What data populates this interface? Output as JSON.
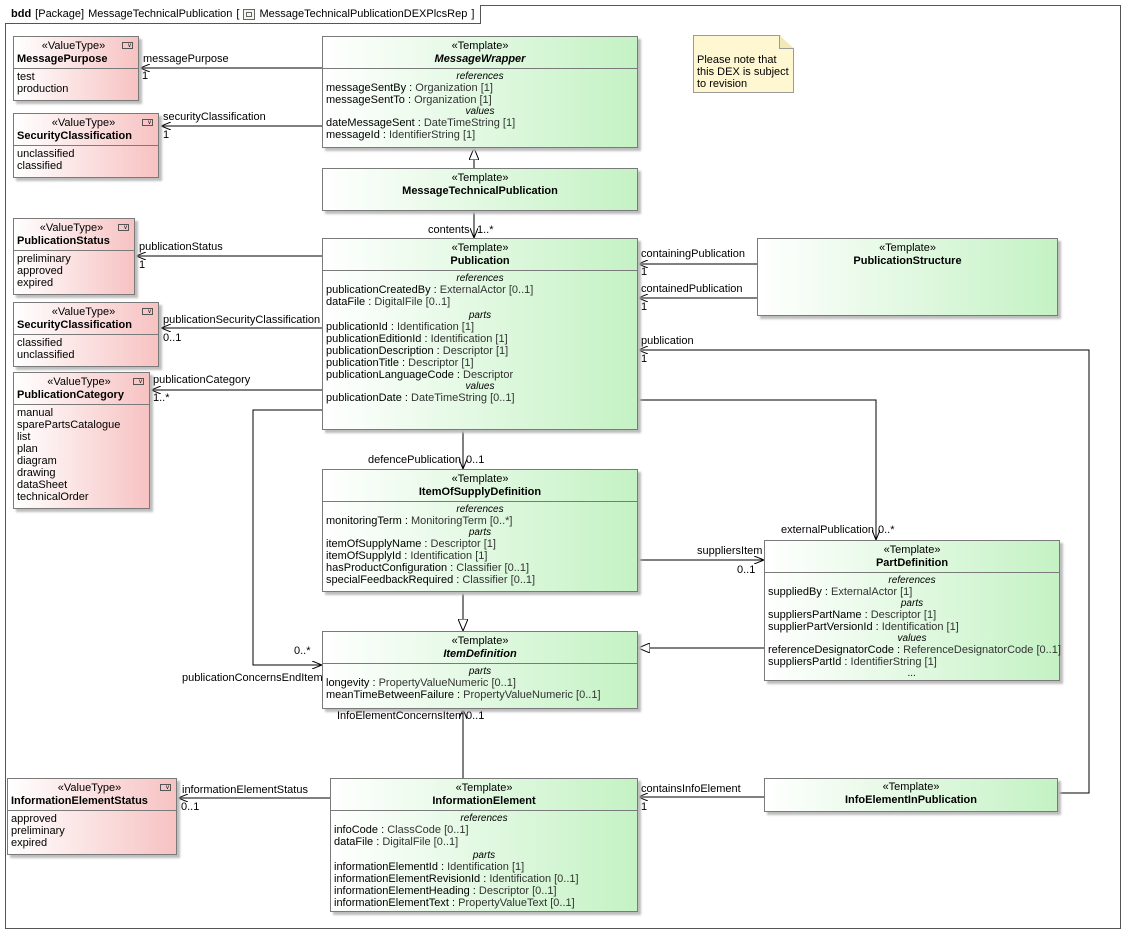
{
  "frame": {
    "keyword": "bdd",
    "kind": "[Package]",
    "package": "MessageTechnicalPublication",
    "open_bracket": "[",
    "diagram": "MessageTechnicalPublicationDEXPlcsRep",
    "close_bracket": "]"
  },
  "note": {
    "lines": [
      "Please note that",
      "this DEX is subject",
      "to revision"
    ]
  },
  "stereotypes": {
    "template": "«Template»",
    "value_type": "«ValueType»"
  },
  "blocks": {
    "message_wrapper": {
      "name": "MessageWrapper",
      "sections": [
        {
          "title": "references",
          "rows": [
            {
              "name": "messageSentBy",
              "type": "Organization [1]"
            },
            {
              "name": "messageSentTo",
              "type": "Organization [1]"
            }
          ]
        },
        {
          "title": "values",
          "rows": [
            {
              "name": "dateMessageSent",
              "type": "DateTimeString [1]"
            },
            {
              "name": "messageId",
              "type": "IdentifierString [1]"
            }
          ]
        }
      ]
    },
    "message_technical_publication": {
      "name": "MessageTechnicalPublication"
    },
    "publication": {
      "name": "Publication",
      "sections": [
        {
          "title": "references",
          "rows": [
            {
              "name": "publicationCreatedBy",
              "type": "ExternalActor [0..1]"
            },
            {
              "name": "dataFile",
              "type": "DigitalFile [0..1]"
            }
          ]
        },
        {
          "title": "parts",
          "rows": [
            {
              "name": "publicationId",
              "type": "Identification [1]"
            },
            {
              "name": "publicationEditionId",
              "type": "Identification [1]"
            },
            {
              "name": "publicationDescription",
              "type": "Descriptor [1]"
            },
            {
              "name": "publicationTitle",
              "type": "Descriptor [1]"
            },
            {
              "name": "publicationLanguageCode",
              "type": "Descriptor"
            }
          ]
        },
        {
          "title": "values",
          "rows": [
            {
              "name": "publicationDate",
              "type": "DateTimeString [0..1]"
            }
          ]
        }
      ]
    },
    "publication_structure": {
      "name": "PublicationStructure"
    },
    "item_of_supply_definition": {
      "name": "ItemOfSupplyDefinition",
      "sections": [
        {
          "title": "references",
          "rows": [
            {
              "name": "monitoringTerm",
              "type": "MonitoringTerm [0..*]"
            }
          ]
        },
        {
          "title": "parts",
          "rows": [
            {
              "name": "itemOfSupplyName",
              "type": "Descriptor [1]"
            },
            {
              "name": "itemOfSupplyId",
              "type": "Identification [1]"
            },
            {
              "name": "hasProductConfiguration",
              "type": "Classifier [0..1]"
            },
            {
              "name": "specialFeedbackRequired",
              "type": "Classifier [0..1]"
            }
          ]
        }
      ]
    },
    "part_definition": {
      "name": "PartDefinition",
      "sections": [
        {
          "title": "references",
          "rows": [
            {
              "name": "suppliedBy",
              "type": "ExternalActor [1]"
            }
          ]
        },
        {
          "title": "parts",
          "rows": [
            {
              "name": "suppliersPartName",
              "type": "Descriptor [1]"
            },
            {
              "name": "supplierPartVersionId",
              "type": "Identification [1]"
            }
          ]
        },
        {
          "title": "values",
          "rows": [
            {
              "name": "referenceDesignatorCode",
              "type": "ReferenceDesignatorCode [0..1]"
            },
            {
              "name": "suppliersPartId",
              "type": "IdentifierString [1]"
            }
          ]
        }
      ],
      "more": "..."
    },
    "item_definition": {
      "name": "ItemDefinition",
      "sections": [
        {
          "title": "parts",
          "rows": [
            {
              "name": "longevity",
              "type": "PropertyValueNumeric [0..1]"
            },
            {
              "name": "meanTimeBetweenFailure",
              "type": "PropertyValueNumeric [0..1]"
            }
          ]
        }
      ]
    },
    "information_element": {
      "name": "InformationElement",
      "sections": [
        {
          "title": "references",
          "rows": [
            {
              "name": "infoCode",
              "type": "ClassCode [0..1]"
            },
            {
              "name": "dataFile",
              "type": "DigitalFile [0..1]"
            }
          ]
        },
        {
          "title": "parts",
          "rows": [
            {
              "name": "informationElementId",
              "type": "Identification [1]"
            },
            {
              "name": "informationElementRevisionId",
              "type": "Identification [0..1]"
            },
            {
              "name": "informationElementHeading",
              "type": "Descriptor [0..1]"
            },
            {
              "name": "informationElementText",
              "type": "PropertyValueText [0..1]"
            }
          ]
        }
      ]
    },
    "info_element_in_publication": {
      "name": "InfoElementInPublication"
    }
  },
  "value_types": {
    "message_purpose": {
      "name": "MessagePurpose",
      "literals": [
        "test",
        "production"
      ]
    },
    "security_classification_1": {
      "name": "SecurityClassification",
      "literals": [
        "unclassified",
        "classified"
      ]
    },
    "publication_status": {
      "name": "PublicationStatus",
      "literals": [
        "preliminary",
        "approved",
        "expired"
      ]
    },
    "security_classification_2": {
      "name": "SecurityClassification",
      "literals": [
        "classified",
        "unclassified"
      ]
    },
    "publication_category": {
      "name": "PublicationCategory",
      "literals": [
        "manual",
        "sparePartsCatalogue",
        "list",
        "plan",
        "diagram",
        "drawing",
        "dataSheet",
        "technicalOrder"
      ]
    },
    "information_element_status": {
      "name": "InformationElementStatus",
      "literals": [
        "approved",
        "preliminary",
        "expired"
      ]
    }
  },
  "labels": {
    "message_purpose": "messagePurpose",
    "message_purpose_mult": "1",
    "security_classification": "securityClassification",
    "security_classification_mult": "1",
    "contents": "contents",
    "contents_mult": "1..*",
    "publication_status": "publicationStatus",
    "publication_status_mult": "1",
    "publication_security_classification": "publicationSecurityClassification",
    "publication_security_classification_mult": "0..1",
    "publication_category": "publicationCategory",
    "publication_category_mult": "1..*",
    "containing_publication": "containingPublication",
    "containing_publication_mult": "1",
    "contained_publication": "containedPublication",
    "contained_publication_mult": "1",
    "publication": "publication",
    "publication_mult": "1",
    "defence_publication": "defencePublication",
    "defence_publication_mult": "0..1",
    "external_publication": "externalPublication",
    "external_publication_mult": "0..*",
    "suppliers_item": "suppliersItem",
    "suppliers_item_mult": "0..1",
    "publication_concerns_end_item": "publicationConcernsEndItem",
    "publication_concerns_end_item_mult": "0..*",
    "info_element_concerns_item": "InfoElementConcernsItem",
    "info_element_concerns_item_mult": "0..1",
    "information_element_status": "informationElementStatus",
    "information_element_status_mult": "0..1",
    "contains_info_element": "containsInfoElement",
    "contains_info_element_mult": "1"
  }
}
